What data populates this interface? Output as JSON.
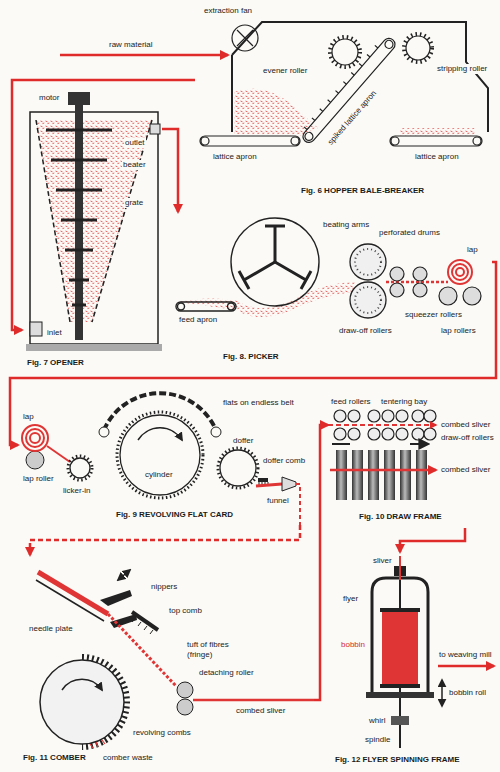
{
  "diagram": {
    "nodes": [
      {
        "text": [
          "Fig. 6 HOPPER BALE-BREAKER"
        ]
      },
      {
        "text": [
          "Fig. 7 OPENER"
        ]
      },
      {
        "text": [
          "Fig. 8. PICKER"
        ]
      },
      {
        "text": [
          "Fig. 9 REVOLVING FLAT CARD"
        ]
      },
      {
        "text": [
          "Fig. 10 DRAW FRAME"
        ]
      },
      {
        "text": [
          "Fig. 11 COMBER"
        ]
      },
      {
        "text": [
          "Fig. 12 FLYER SPINNING FRAME"
        ]
      }
    ],
    "edges": [
      {
        "from": 0,
        "to": 1,
        "arrow": "to"
      },
      {
        "from": 1,
        "to": 2,
        "arrow": "to"
      },
      {
        "from": 2,
        "to": 3,
        "arrow": "to"
      },
      {
        "from": 3,
        "to": 5,
        "arrow": "to"
      },
      {
        "from": 5,
        "to": 4,
        "arrow": "to"
      },
      {
        "from": 4,
        "to": 6,
        "arrow": "to"
      }
    ],
    "labels": [
      "raw material",
      "extraction fan",
      "evener roller",
      "stripping roller",
      "spiked lattice apron",
      "lattice apron",
      "lattice apron",
      "motor",
      "outlet",
      "beater",
      "grate",
      "inlet",
      "beating arms",
      "perforated drums",
      "lap",
      "feed apron",
      "draw-off rollers",
      "squeezer rollers",
      "lap rollers",
      "lap",
      "lap roller",
      "licker-in",
      "cylinder",
      "flats on endless belt",
      "doffer",
      "doffer comb",
      "funnel",
      "feed rollers",
      "tentering bay",
      "combed sliver",
      "draw-off rollers",
      "combed sliver",
      "nippers",
      "needle plate",
      "top comb",
      "tuft of fibres (fringe)",
      "detaching roller",
      "combed sliver",
      "revolving combs",
      "comber waste",
      "sliver",
      "flyer",
      "bobbin",
      "bobbin roll",
      "whirl",
      "spindle",
      "to weaving mill"
    ]
  }
}
